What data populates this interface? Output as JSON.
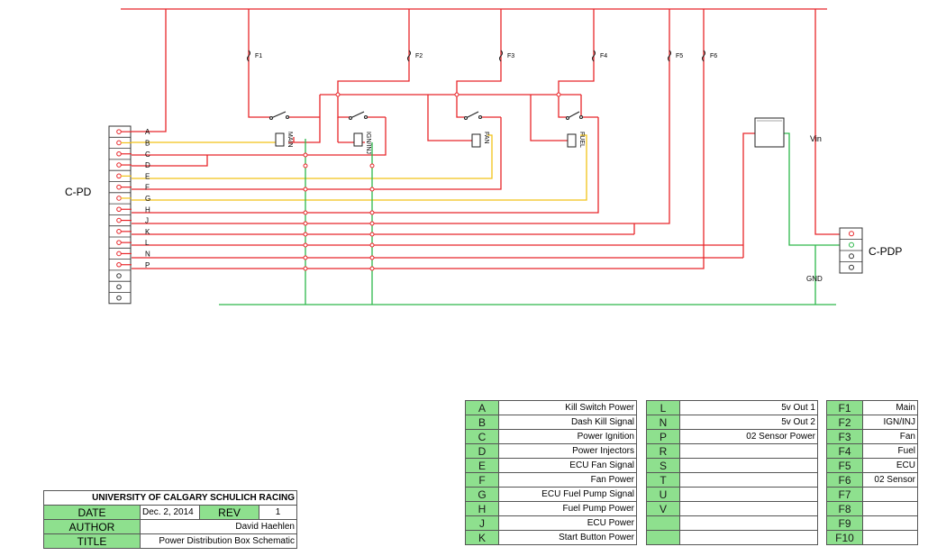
{
  "schematic": {
    "connectors": {
      "left_name": "C-PD",
      "right_name": "C-PDP",
      "left_pins": [
        "A",
        "B",
        "C",
        "D",
        "E",
        "F",
        "G",
        "H",
        "J",
        "K",
        "L",
        "N",
        "P"
      ]
    },
    "fuses": [
      "F1",
      "F2",
      "F3",
      "F4",
      "F5",
      "F6"
    ],
    "relays": [
      "MAIN",
      "IGN/INJ",
      "FAN",
      "FUEL"
    ],
    "labels": {
      "vin": "Vin",
      "gnd": "GND"
    },
    "colors": {
      "power": "#e8262a",
      "signal": "#f2c218",
      "ground": "#2db84a",
      "table_fill": "#8ee08e"
    }
  },
  "pin_table": [
    {
      "code": "A",
      "desc": "Kill Switch Power"
    },
    {
      "code": "B",
      "desc": "Dash Kill Signal"
    },
    {
      "code": "C",
      "desc": "Power Ignition"
    },
    {
      "code": "D",
      "desc": "Power Injectors"
    },
    {
      "code": "E",
      "desc": "ECU Fan Signal"
    },
    {
      "code": "F",
      "desc": "Fan Power"
    },
    {
      "code": "G",
      "desc": "ECU Fuel Pump Signal"
    },
    {
      "code": "H",
      "desc": "Fuel Pump Power"
    },
    {
      "code": "J",
      "desc": "ECU Power"
    },
    {
      "code": "K",
      "desc": "Start Button Power"
    }
  ],
  "pin_table_2": [
    {
      "code": "L",
      "desc": "5v Out 1"
    },
    {
      "code": "N",
      "desc": "5v Out 2"
    },
    {
      "code": "P",
      "desc": "02 Sensor Power"
    },
    {
      "code": "R",
      "desc": ""
    },
    {
      "code": "S",
      "desc": ""
    },
    {
      "code": "T",
      "desc": ""
    },
    {
      "code": "U",
      "desc": ""
    },
    {
      "code": "V",
      "desc": ""
    },
    {
      "code": "",
      "desc": ""
    },
    {
      "code": "",
      "desc": ""
    }
  ],
  "fuse_table": [
    {
      "code": "F1",
      "desc": "Main"
    },
    {
      "code": "F2",
      "desc": "IGN/INJ"
    },
    {
      "code": "F3",
      "desc": "Fan"
    },
    {
      "code": "F4",
      "desc": "Fuel"
    },
    {
      "code": "F5",
      "desc": "ECU"
    },
    {
      "code": "F6",
      "desc": "02 Sensor"
    },
    {
      "code": "F7",
      "desc": ""
    },
    {
      "code": "F8",
      "desc": ""
    },
    {
      "code": "F9",
      "desc": ""
    },
    {
      "code": "F10",
      "desc": ""
    }
  ],
  "title_block": {
    "org": "UNIVERSITY OF CALGARY SCHULICH RACING",
    "date_label": "DATE",
    "date_value": "Dec. 2, 2014",
    "rev_label": "REV",
    "rev_value": "1",
    "author_label": "AUTHOR",
    "author_value": "David Haehlen",
    "title_label": "TITLE",
    "title_value": "Power Distribution Box Schematic"
  }
}
